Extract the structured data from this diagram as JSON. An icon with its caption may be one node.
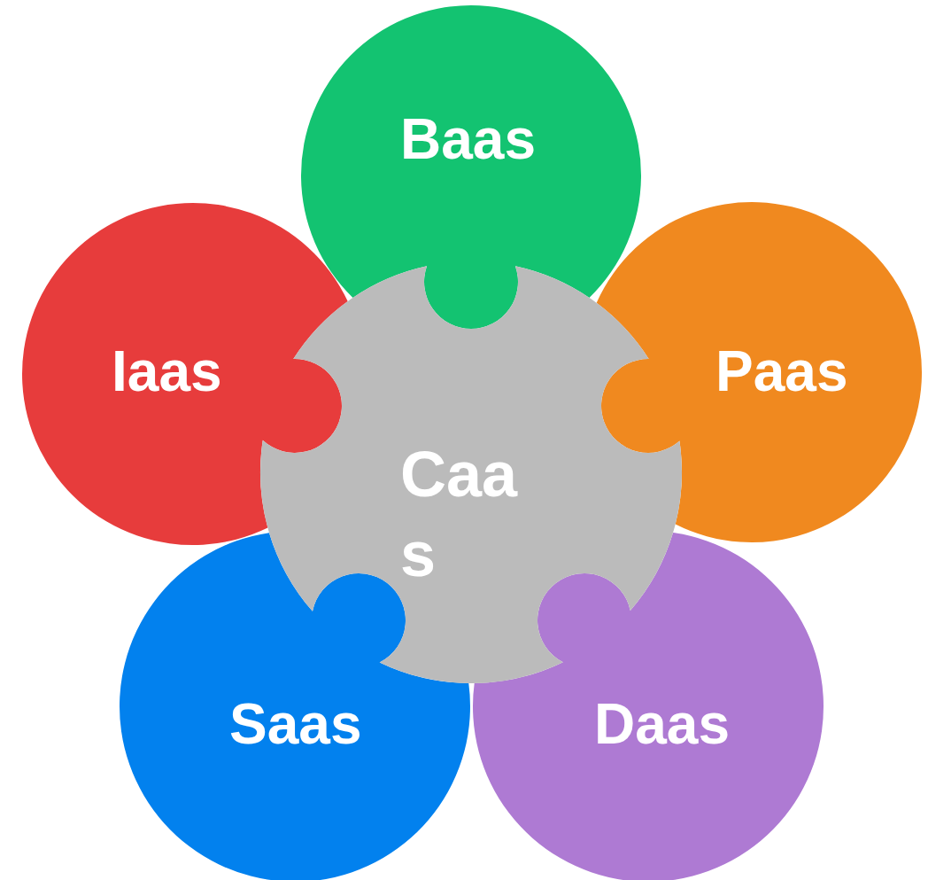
{
  "diagram": {
    "nodes": [
      {
        "text": [
          "Caas"
        ]
      },
      {
        "text": [
          "Baas"
        ]
      },
      {
        "text": [
          "Iaas"
        ]
      },
      {
        "text": [
          "Paas"
        ]
      },
      {
        "text": [
          "Saas"
        ]
      },
      {
        "text": [
          "Daas"
        ]
      }
    ]
  }
}
